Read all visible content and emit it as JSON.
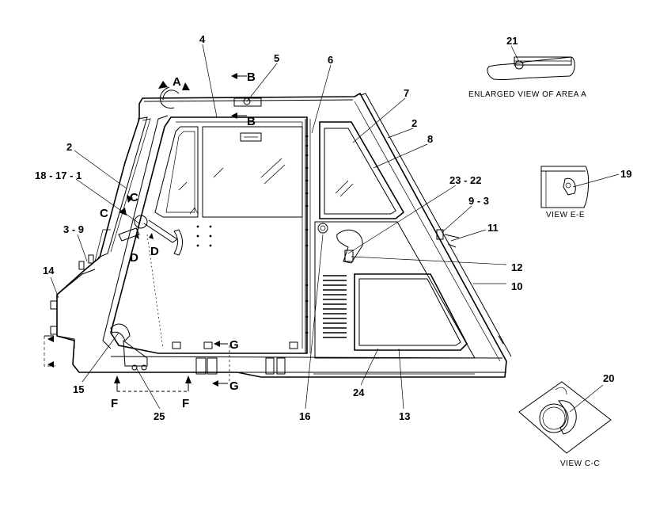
{
  "callouts": {
    "c2a": "2",
    "c18_17_1": "18 - 17 - 1",
    "c3_9": "3 - 9",
    "c14": "14",
    "c15": "15",
    "c25": "25",
    "c4": "4",
    "c5": "5",
    "c6": "6",
    "c7": "7",
    "c2b": "2",
    "c8": "8",
    "c23_22": "23 - 22",
    "c9_3": "9 - 3",
    "c11": "11",
    "c12": "12",
    "c10": "10",
    "c16": "16",
    "c24": "24",
    "c13": "13",
    "c21": "21",
    "c19": "19",
    "c20": "20"
  },
  "section_marks": {
    "a": "A",
    "b_top": "B",
    "b_bottom": "B",
    "c_left": "C",
    "c_right": "C",
    "d_left": "D",
    "d_right": "D",
    "g_top": "G",
    "g_bottom": "G",
    "f_left": "F",
    "f_right": "F"
  },
  "captions": {
    "area_a": "ENLARGED VIEW OF AREA A",
    "view_ee": "VIEW E-E",
    "view_cc": "VIEW C-C"
  }
}
